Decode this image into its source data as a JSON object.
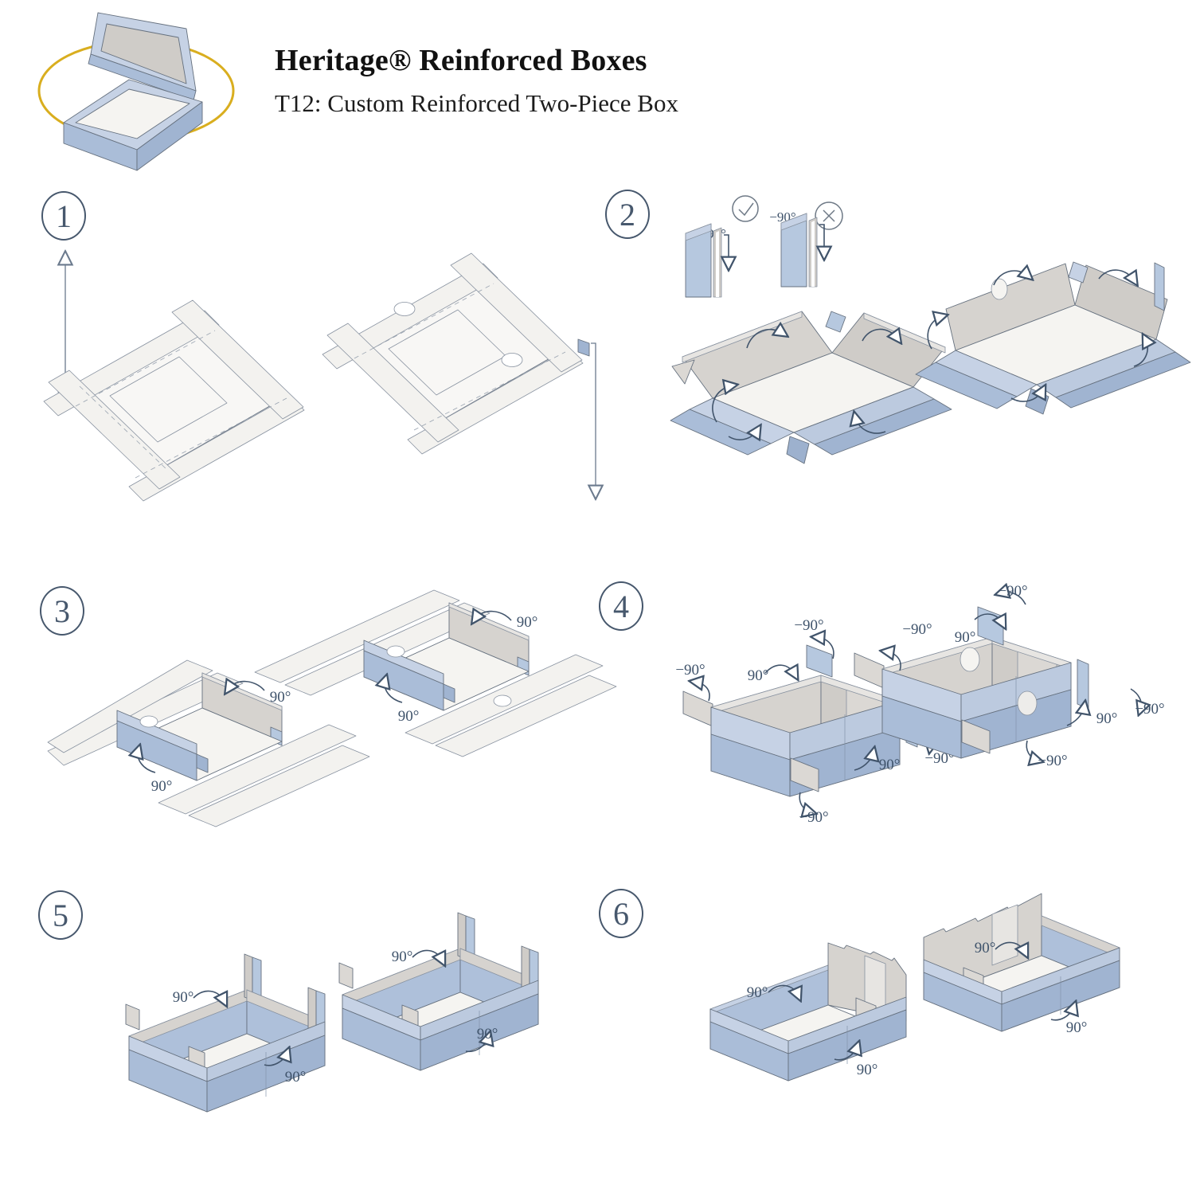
{
  "header": {
    "title": "Heritage® Reinforced Boxes",
    "subtitle": "T12: Custom Reinforced Two-Piece Box",
    "logo": "open-two-piece-box-with-gold-ellipse"
  },
  "colors": {
    "accent_annotation": "#3f536b",
    "badge_stroke": "#47586d",
    "panel_blue": "#aabdd8",
    "panel_blue_light": "#c6d2e5",
    "panel_blue_dark": "#a0b4d1",
    "panel_gray": "#d6d3cf",
    "panel_ivory": "#f5f4f1",
    "gold": "#d9ae1f",
    "outline": "#66717f"
  },
  "steps": [
    {
      "number": "1",
      "labels": []
    },
    {
      "number": "2",
      "inset": {
        "correct_angle": "90°",
        "incorrect_angle": "−90°",
        "correct_icon": "check-circle-icon",
        "incorrect_icon": "x-circle-icon"
      },
      "labels": []
    },
    {
      "number": "3",
      "labels": [
        "90°",
        "90°",
        "90°",
        "90°"
      ]
    },
    {
      "number": "4",
      "labels": [
        "−90°",
        "90°",
        "−90°",
        "90°",
        "−90°",
        "−90°",
        "−90°",
        "−90°",
        "90°",
        "90°",
        "−90°",
        "−90°"
      ]
    },
    {
      "number": "5",
      "labels": [
        "90°",
        "90°",
        "90°",
        "90°"
      ]
    },
    {
      "number": "6",
      "labels": [
        "90°",
        "90°",
        "90°",
        "90°"
      ]
    }
  ]
}
